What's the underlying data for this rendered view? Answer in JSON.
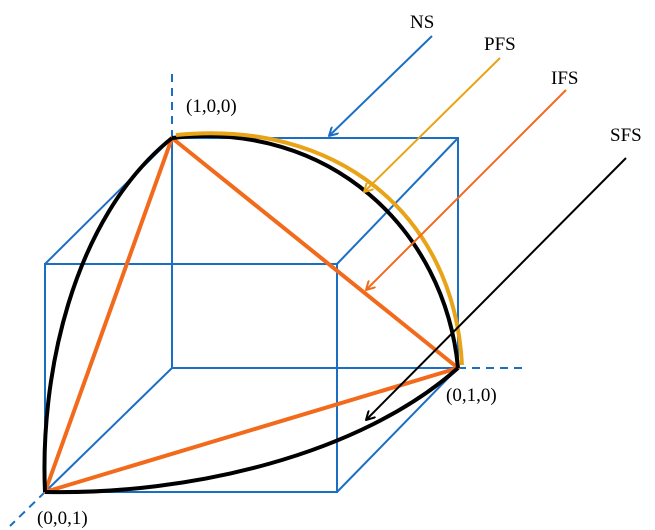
{
  "labels": {
    "vertex_100": "(1,0,0)",
    "vertex_010": "(0,1,0)",
    "vertex_001": "(0,0,1)",
    "ns": "NS",
    "pfs": "PFS",
    "ifs": "IFS",
    "sfs": "SFS"
  },
  "colors": {
    "cube": "#1a6fc4",
    "ns_arrow": "#1a6fc4",
    "pfs": "#e8a317",
    "ifs": "#f26a1b",
    "sfs": "#000000",
    "triangle": "#f26a1b"
  }
}
